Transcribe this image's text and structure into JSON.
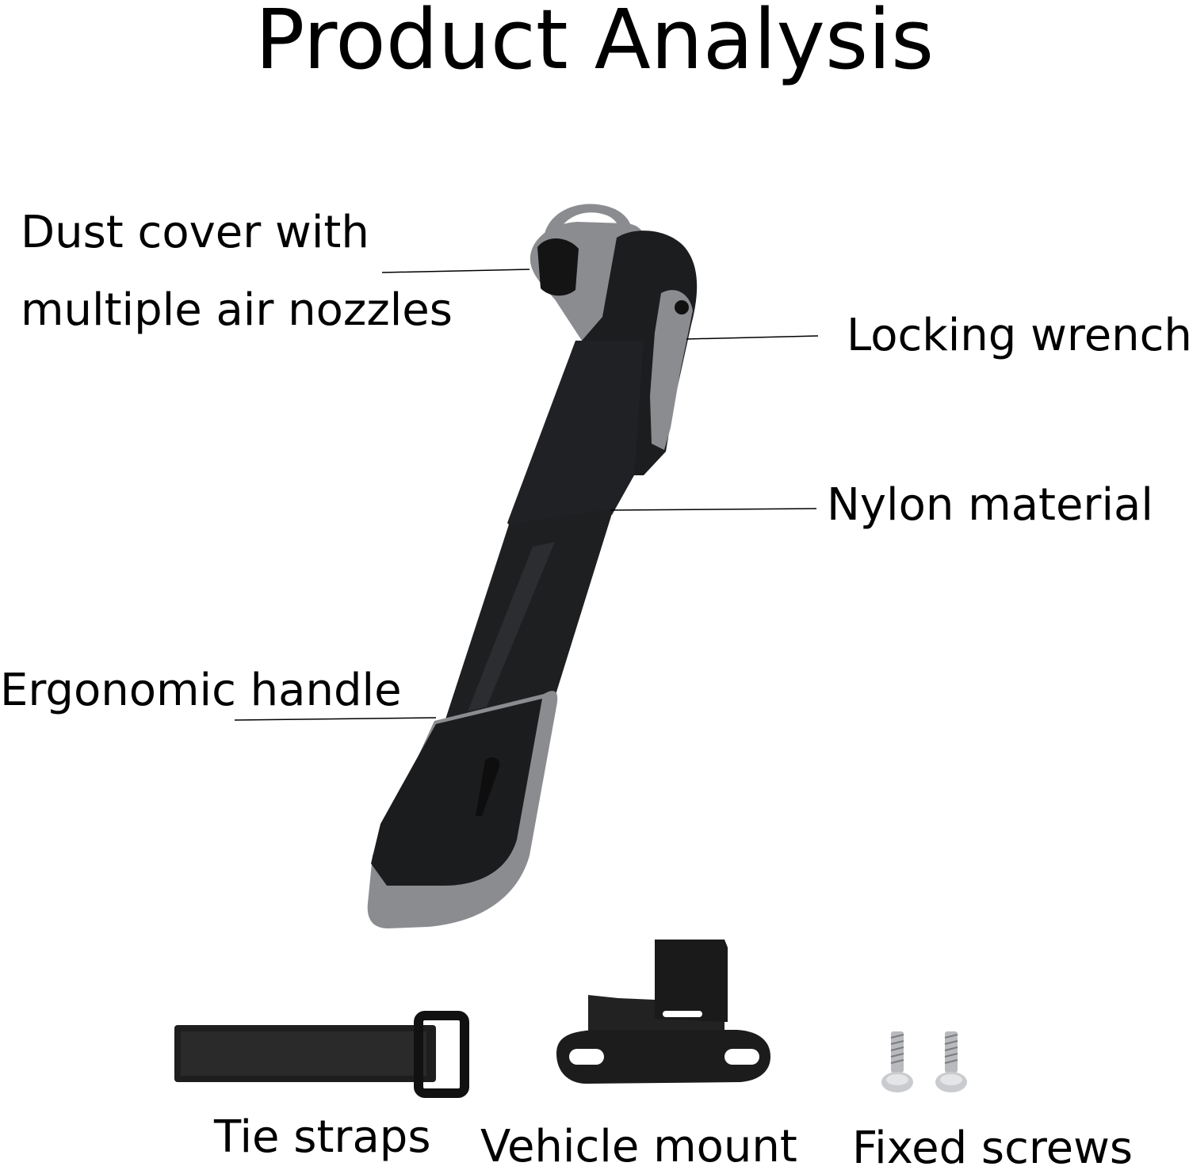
{
  "title": "Product Analysis",
  "callouts": {
    "dust_cover_line1": "Dust cover with",
    "dust_cover_line2": "multiple air nozzles",
    "locking_wrench": "Locking wrench",
    "nylon_material": "Nylon material",
    "ergonomic_handle": "Ergonomic handle"
  },
  "accessories": {
    "tie_straps": "Tie straps",
    "vehicle_mount": "Vehicle mount",
    "fixed_screws": "Fixed screws"
  },
  "colors": {
    "pump_body": "#1c1d1f",
    "pump_accent": "#8a8c8f",
    "background": "#ffffff",
    "text": "#000000"
  }
}
